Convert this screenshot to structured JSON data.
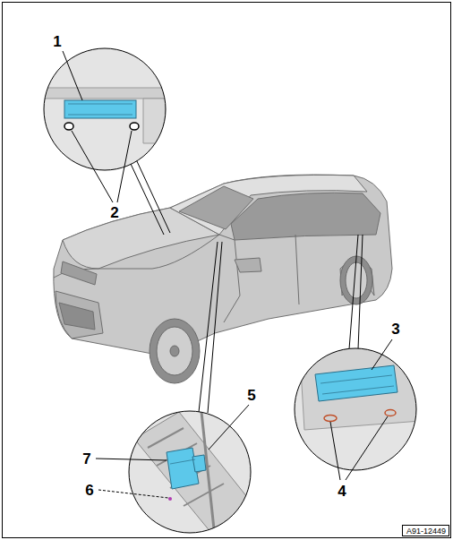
{
  "diagram": {
    "nodes": [
      {
        "text": [
          "A91-12449"
        ]
      }
    ],
    "labels": [
      "1",
      "2",
      "3",
      "4",
      "5",
      "6",
      "7"
    ]
  }
}
